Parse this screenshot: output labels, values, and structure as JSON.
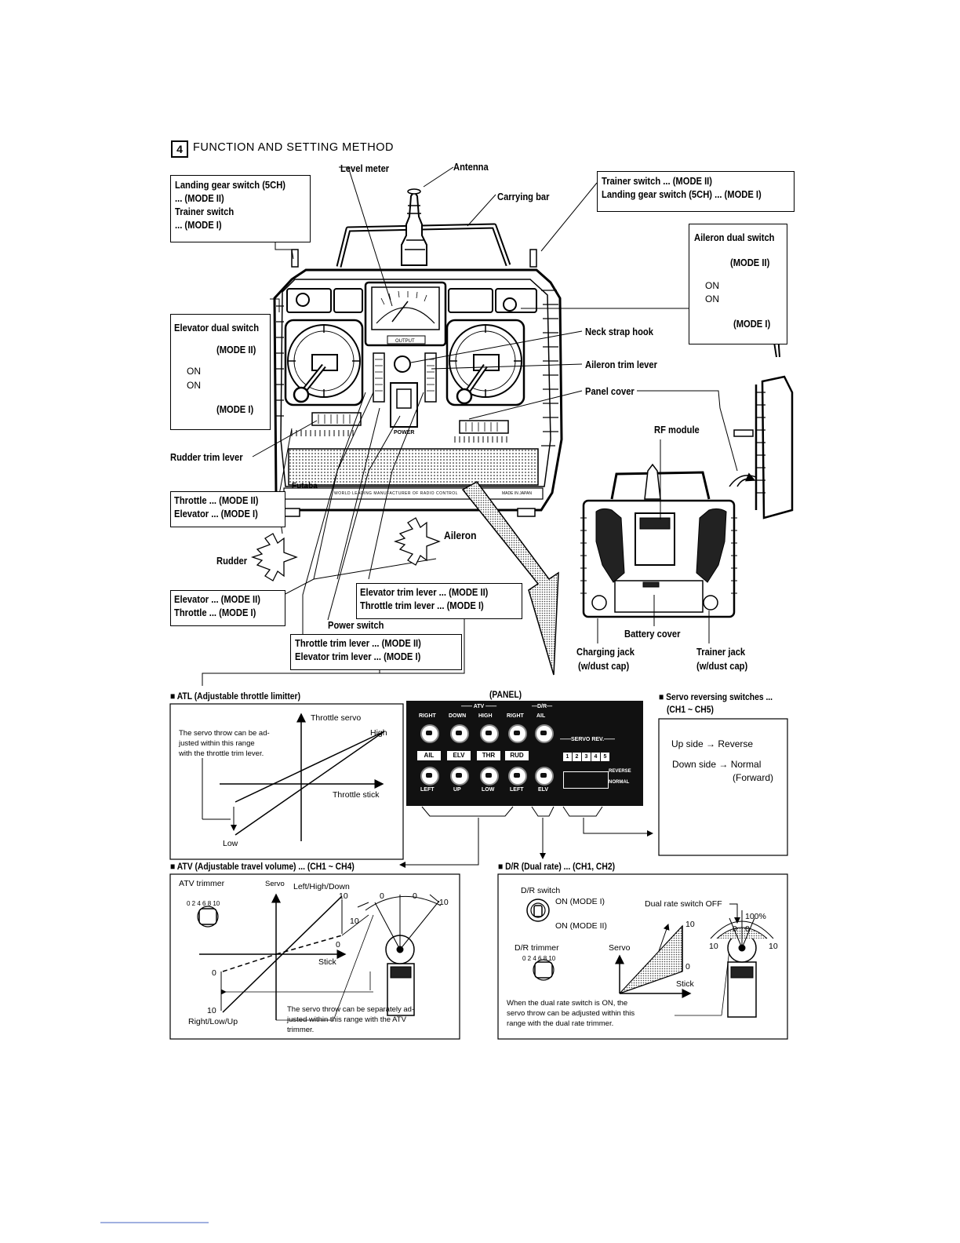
{
  "section": {
    "number": "4",
    "title": "FUNCTION AND SETTING METHOD"
  },
  "callouts": {
    "level_meter": "Level meter",
    "antenna": "Antenna",
    "carrying_bar": "Carrying bar",
    "landing_gear_box": [
      "Landing gear switch (5CH)",
      "... (MODE II)",
      "Trainer switch",
      "... (MODE I)"
    ],
    "trainer_box": [
      "Trainer switch ... (MODE II)",
      "Landing gear switch (5CH) ... (MODE I)"
    ],
    "aileron_dual": {
      "title": "Aileron dual switch",
      "mode2": "(MODE II)",
      "on1": "ON",
      "on2": "ON",
      "mode1": "(MODE I)"
    },
    "elevator_dual": {
      "title": "Elevator dual switch",
      "mode2": "(MODE II)",
      "on1": "ON",
      "on2": "ON",
      "mode1": "(MODE I)"
    },
    "neck_strap_hook": "Neck strap hook",
    "aileron_trim_lever": "Aileron trim lever",
    "panel_cover": "Panel cover",
    "rf_module": "RF module",
    "rudder_trim_lever": "Rudder trim lever",
    "throttle_box": [
      "Throttle ... (MODE II)",
      "Elevator ... (MODE I)"
    ],
    "rudder": "Rudder",
    "aileron": "Aileron",
    "elevator_box": [
      "Elevator ... (MODE II)",
      "Throttle ... (MODE I)"
    ],
    "elev_trim_box": [
      "Elevator trim lever ... (MODE II)",
      "Throttle trim lever ... (MODE I)"
    ],
    "power_switch": "Power switch",
    "throttle_trim_box": [
      "Throttle trim lever ... (MODE II)",
      "Elevator trim lever ... (MODE I)"
    ],
    "battery_cover": "Battery cover",
    "charging_jack": [
      "Charging jack",
      "(w/dust cap)"
    ],
    "trainer_jack": [
      "Trainer jack",
      "(w/dust cap)"
    ]
  },
  "device": {
    "brand": "Futaba",
    "output_label": "OUTPUT",
    "power_label": "POWER",
    "tagline": "WORLD LEADING MANUFACTURER OF RADIO CONTROL",
    "made_in": "MADE IN JAPAN"
  },
  "atl": {
    "heading": "■ ATL (Adjustable throttle limitter)",
    "note": [
      "The servo throw can be ad-",
      "justed within this range",
      "with the throttle trim lever."
    ],
    "y_axis": "Throttle servo",
    "x_axis": "Throttle stick",
    "high": "High",
    "low": "Low"
  },
  "panel": {
    "heading": "(PANEL)",
    "atv": "ATV",
    "dr": "D/R",
    "top_labels": [
      "RIGHT",
      "DOWN",
      "HIGH",
      "RIGHT",
      "AIL"
    ],
    "channels": [
      "AIL",
      "ELV",
      "THR",
      "RUD"
    ],
    "bottom_labels": [
      "LEFT",
      "UP",
      "LOW",
      "LEFT",
      "ELV"
    ],
    "servo_rev": "SERVO REV.",
    "switch_numbers": [
      "1",
      "2",
      "3",
      "4",
      "5"
    ],
    "reverse": "REVERSE",
    "normal": "NORMAL"
  },
  "servo_rev": {
    "heading": [
      "■ Servo reversing switches ...",
      "(CH1 ~ CH5)"
    ],
    "up": "Up side → Reverse",
    "down": "Down side → Normal",
    "forward": "(Forward)"
  },
  "atv": {
    "heading": "■ ATV (Adjustable travel volume) ... (CH1 ~ CH4)",
    "trimmer": "ATV trimmer",
    "servo": "Servo",
    "left_high_down": "Left/High/Down",
    "stick": "Stick",
    "right_low_up": "Right/Low/Up",
    "ticks": {
      "t10a": "10",
      "t0a": "0",
      "t0b": "0",
      "t10b": "10",
      "t10c": "10",
      "t0c": "0",
      "t10d": "10",
      "t0d": "0"
    },
    "dial": "0 2 4 6 8 10",
    "note": [
      "The servo throw can be separately ad-",
      "justed within this range with the ATV",
      "trimmer."
    ]
  },
  "dr_section": {
    "heading": "■ D/R (Dual rate) ... (CH1, CH2)",
    "switch": "D/R switch",
    "on_mode1": "ON (MODE I)",
    "on_mode2": "ON (MODE II)",
    "off_label": "Dual rate switch OFF",
    "pct": "100%",
    "trimmer": "D/R trimmer",
    "servo": "Servo",
    "stick": "Stick",
    "ticks": {
      "t10": "10",
      "t0": "0",
      "l10": "10",
      "r10": "10",
      "a0": "0",
      "b0": "0"
    },
    "dial": "0 2 4 6 8 10",
    "note": [
      "When the dual rate switch is ON, the",
      "servo throw can be adjusted within this",
      "range with the dual rate trimmer."
    ]
  }
}
